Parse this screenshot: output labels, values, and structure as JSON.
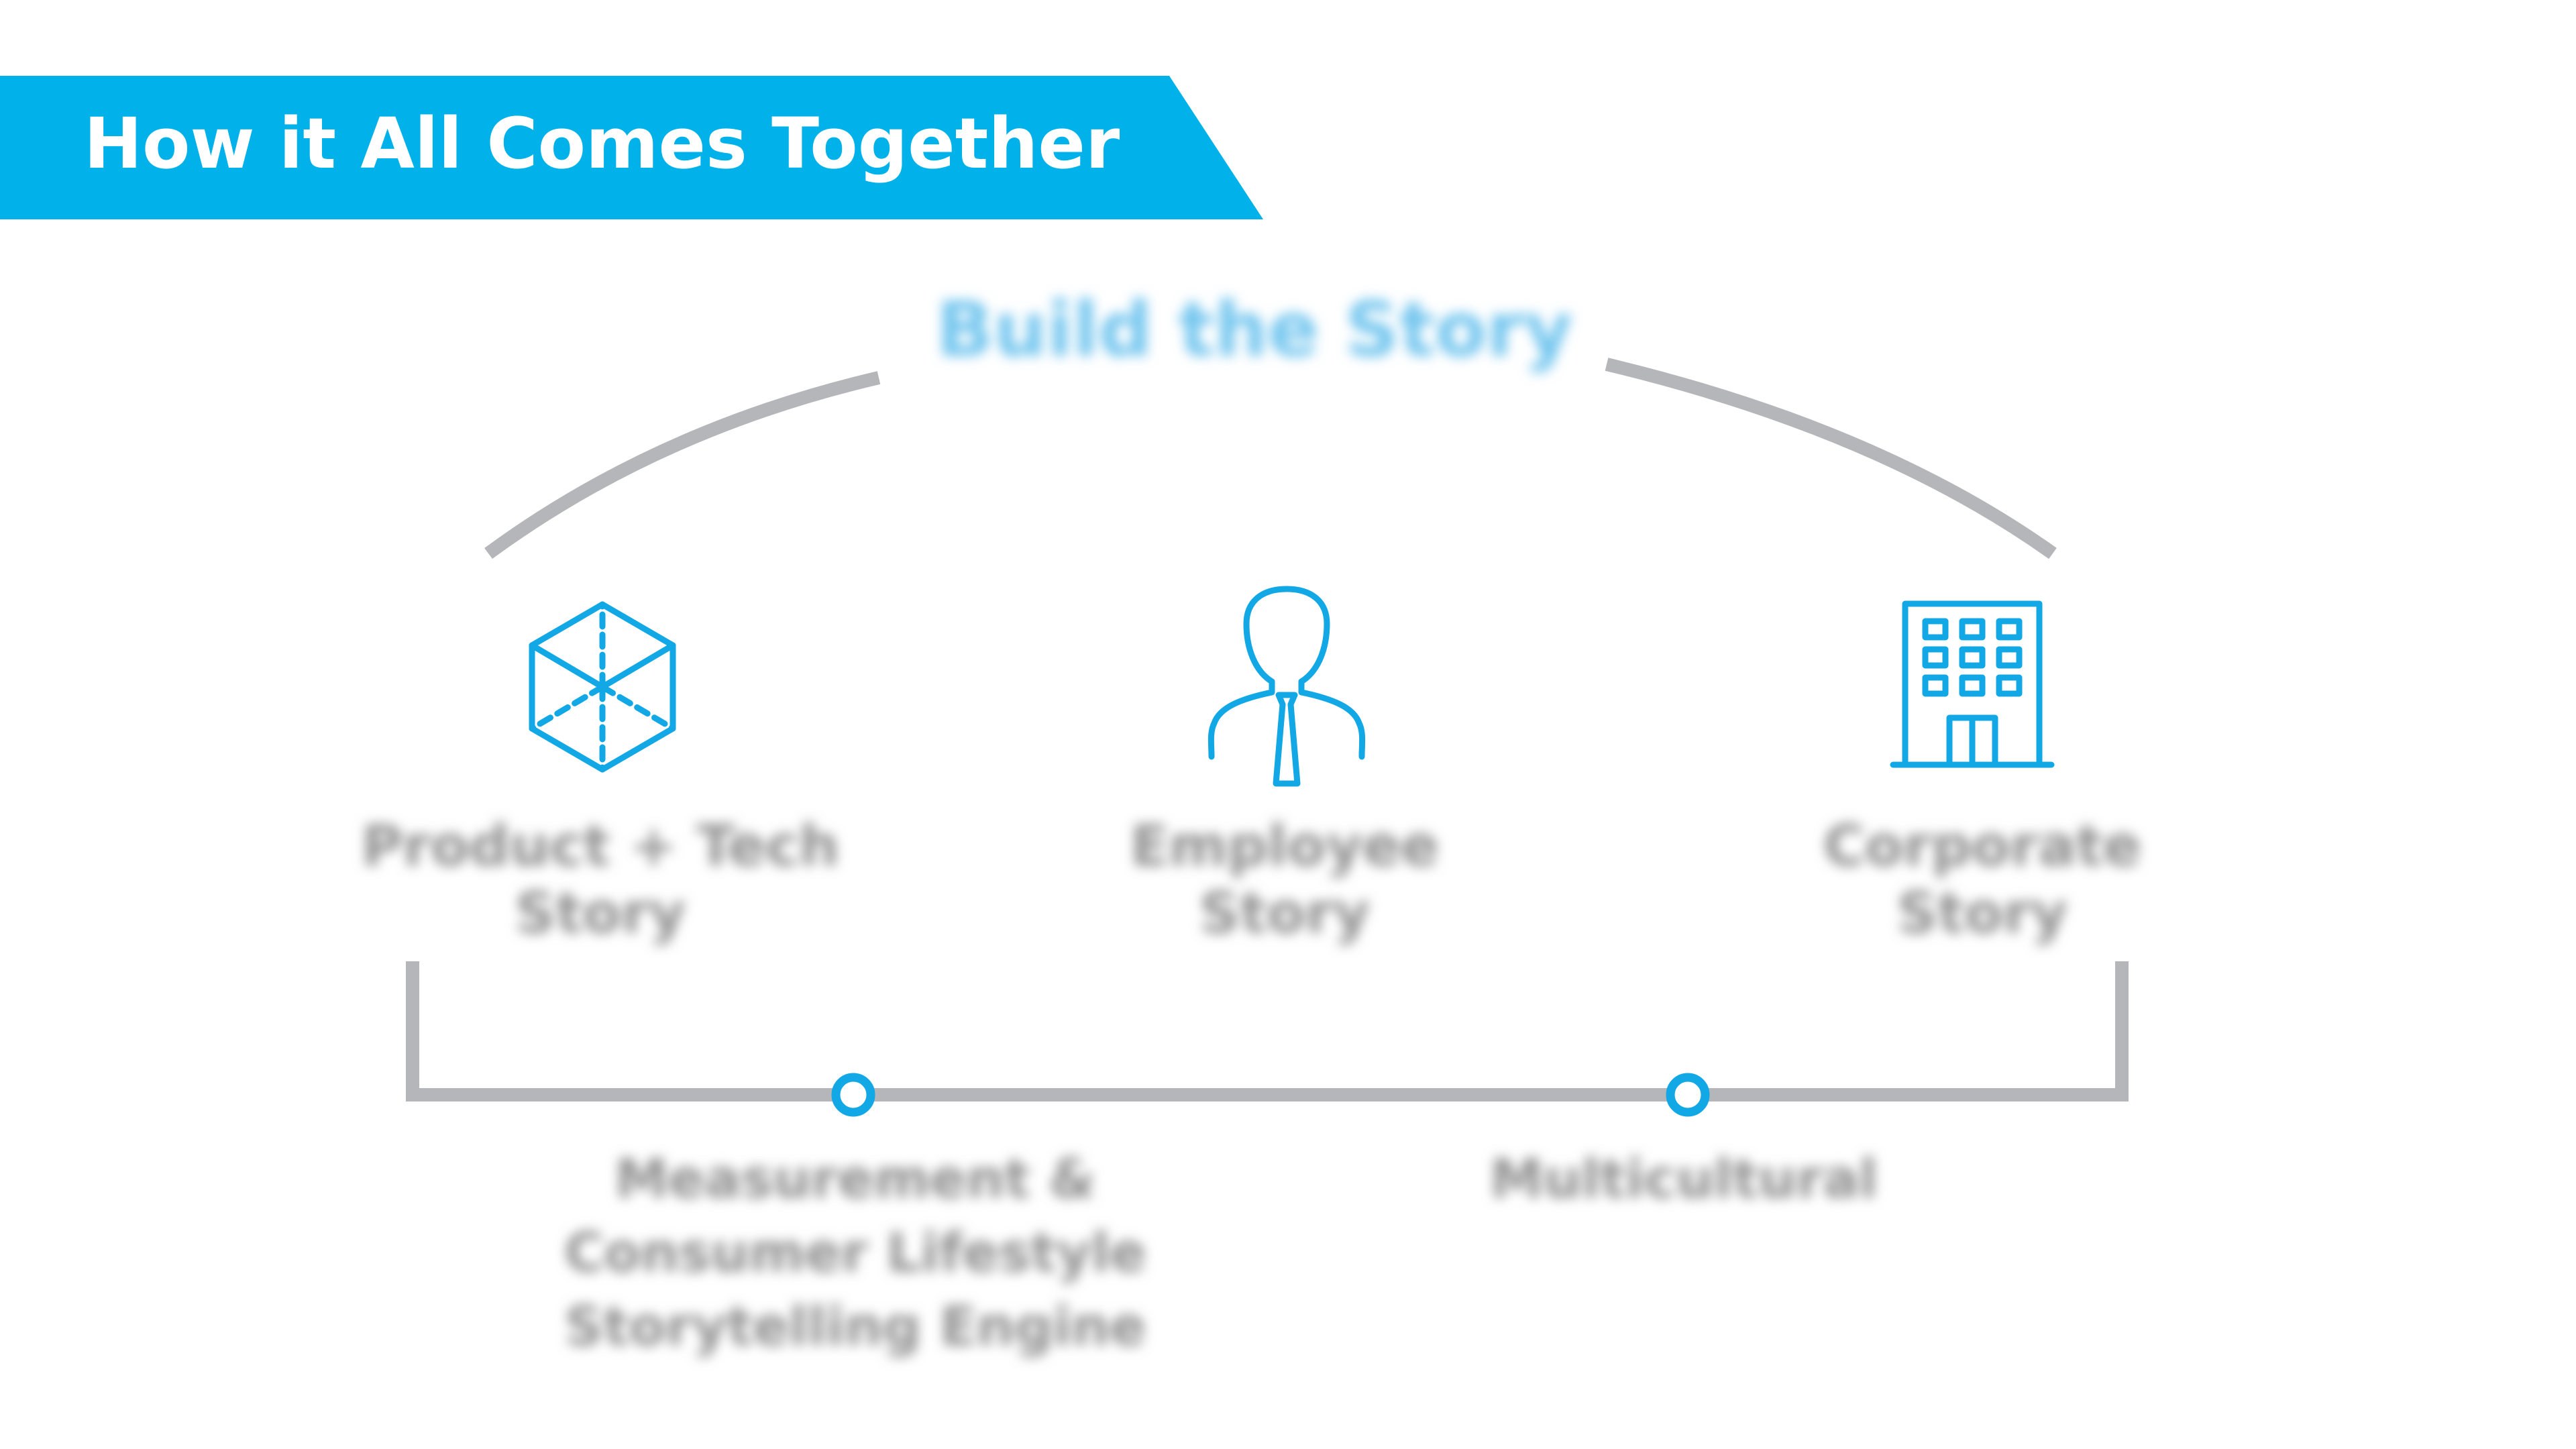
{
  "header": {
    "title": "How it All Comes Together",
    "banner_color": "#00b2e9"
  },
  "diagram": {
    "arc_label": "Build the Story",
    "nodes": [
      {
        "icon": "cube-icon",
        "label_line1": "Product + Tech",
        "label_line2": "Story"
      },
      {
        "icon": "employee-icon",
        "label_line1": "Employee",
        "label_line2": "Story"
      },
      {
        "icon": "building-icon",
        "label_line1": "Corporate",
        "label_line2": "Story"
      }
    ],
    "bottom_points": [
      {
        "label_lines": [
          "Measurement &",
          "Consumer Lifestyle",
          "Storytelling Engine"
        ]
      },
      {
        "label_lines": [
          "Multicultural"
        ]
      }
    ],
    "colors": {
      "accent": "#12a8e5",
      "line": "#b4b6b9",
      "text_blurred": "#8f8f8f"
    }
  }
}
